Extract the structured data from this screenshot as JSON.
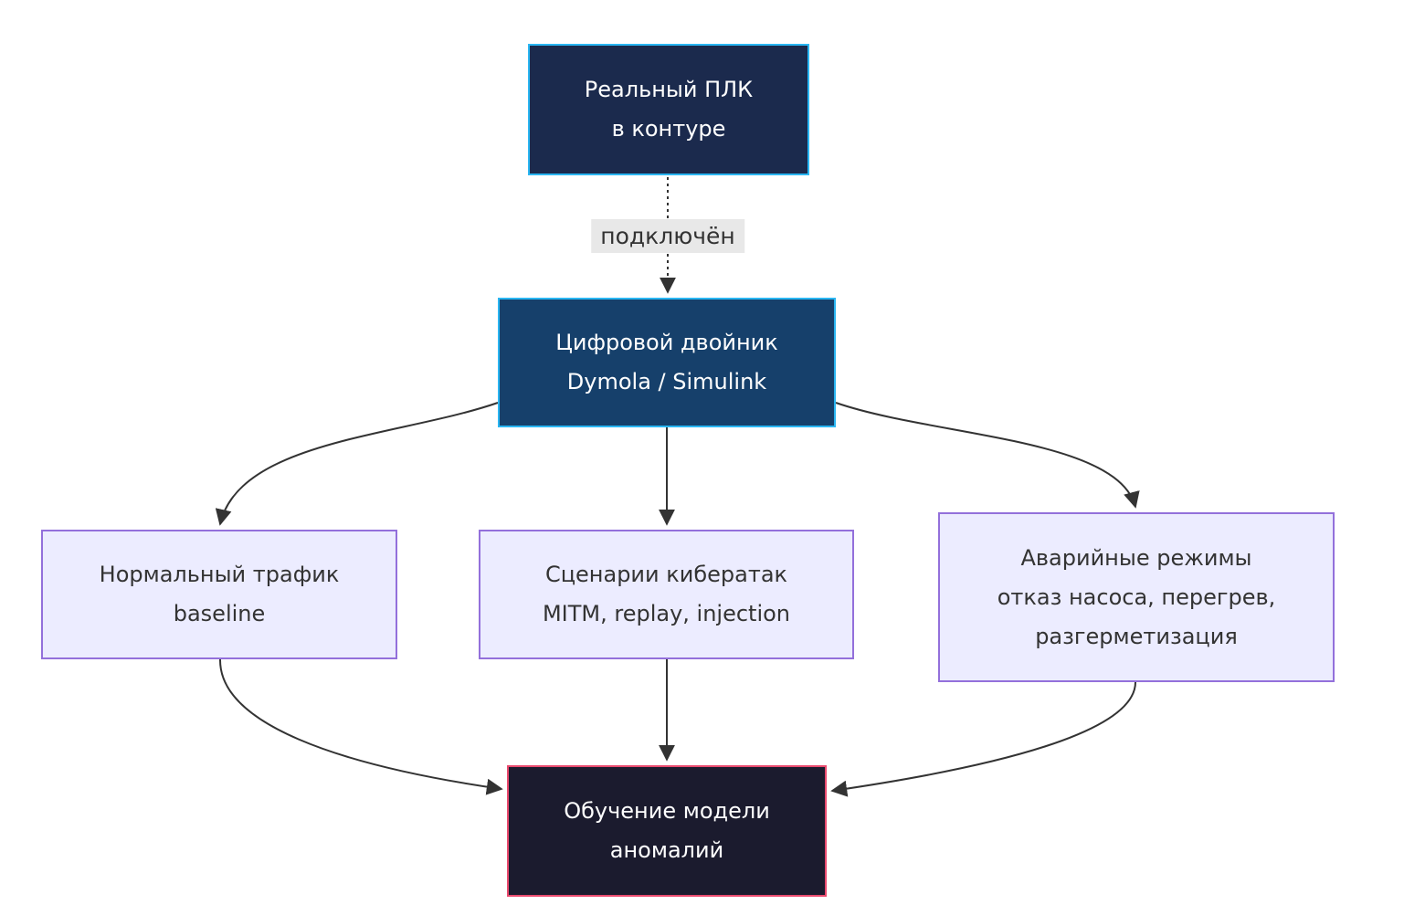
{
  "diagram": {
    "type": "flowchart-top-down",
    "background_color": "#ffffff",
    "edge_color": "#333333",
    "colors": {
      "plc_fill": "#1b2a4d",
      "plc_border": "#2ab6f2",
      "twin_fill": "#16406b",
      "twin_border": "#2ab6f2",
      "light_fill": "#ececff",
      "light_border": "#9370db",
      "training_fill": "#1b1b2e",
      "training_border": "#ea4a6e",
      "edge_label_bg": "#e8e8e8"
    },
    "nodes": {
      "plc": {
        "line1": "Реальный ПЛК",
        "line2": "в контуре"
      },
      "twin": {
        "line1": "Цифровой двойник",
        "line2": "Dymola / Simulink"
      },
      "baseline": {
        "line1": "Нормальный трафик",
        "line2": "baseline"
      },
      "attacks": {
        "line1": "Сценарии кибератак",
        "line2": "MITM, replay, injection"
      },
      "emergency": {
        "line1": "Аварийные режимы",
        "line2": "отказ насоса, перегрев,",
        "line3": "разгерметизация"
      },
      "training": {
        "line1": "Обучение модели",
        "line2": "аномалий"
      }
    },
    "edge_label": {
      "text": "подключён"
    },
    "edges": [
      {
        "from": "plc",
        "to": "twin",
        "style": "dashed",
        "label": "подключён"
      },
      {
        "from": "twin",
        "to": "baseline",
        "style": "solid"
      },
      {
        "from": "twin",
        "to": "attacks",
        "style": "solid"
      },
      {
        "from": "twin",
        "to": "emergency",
        "style": "solid"
      },
      {
        "from": "baseline",
        "to": "training",
        "style": "solid"
      },
      {
        "from": "attacks",
        "to": "training",
        "style": "solid"
      },
      {
        "from": "emergency",
        "to": "training",
        "style": "solid"
      }
    ]
  }
}
